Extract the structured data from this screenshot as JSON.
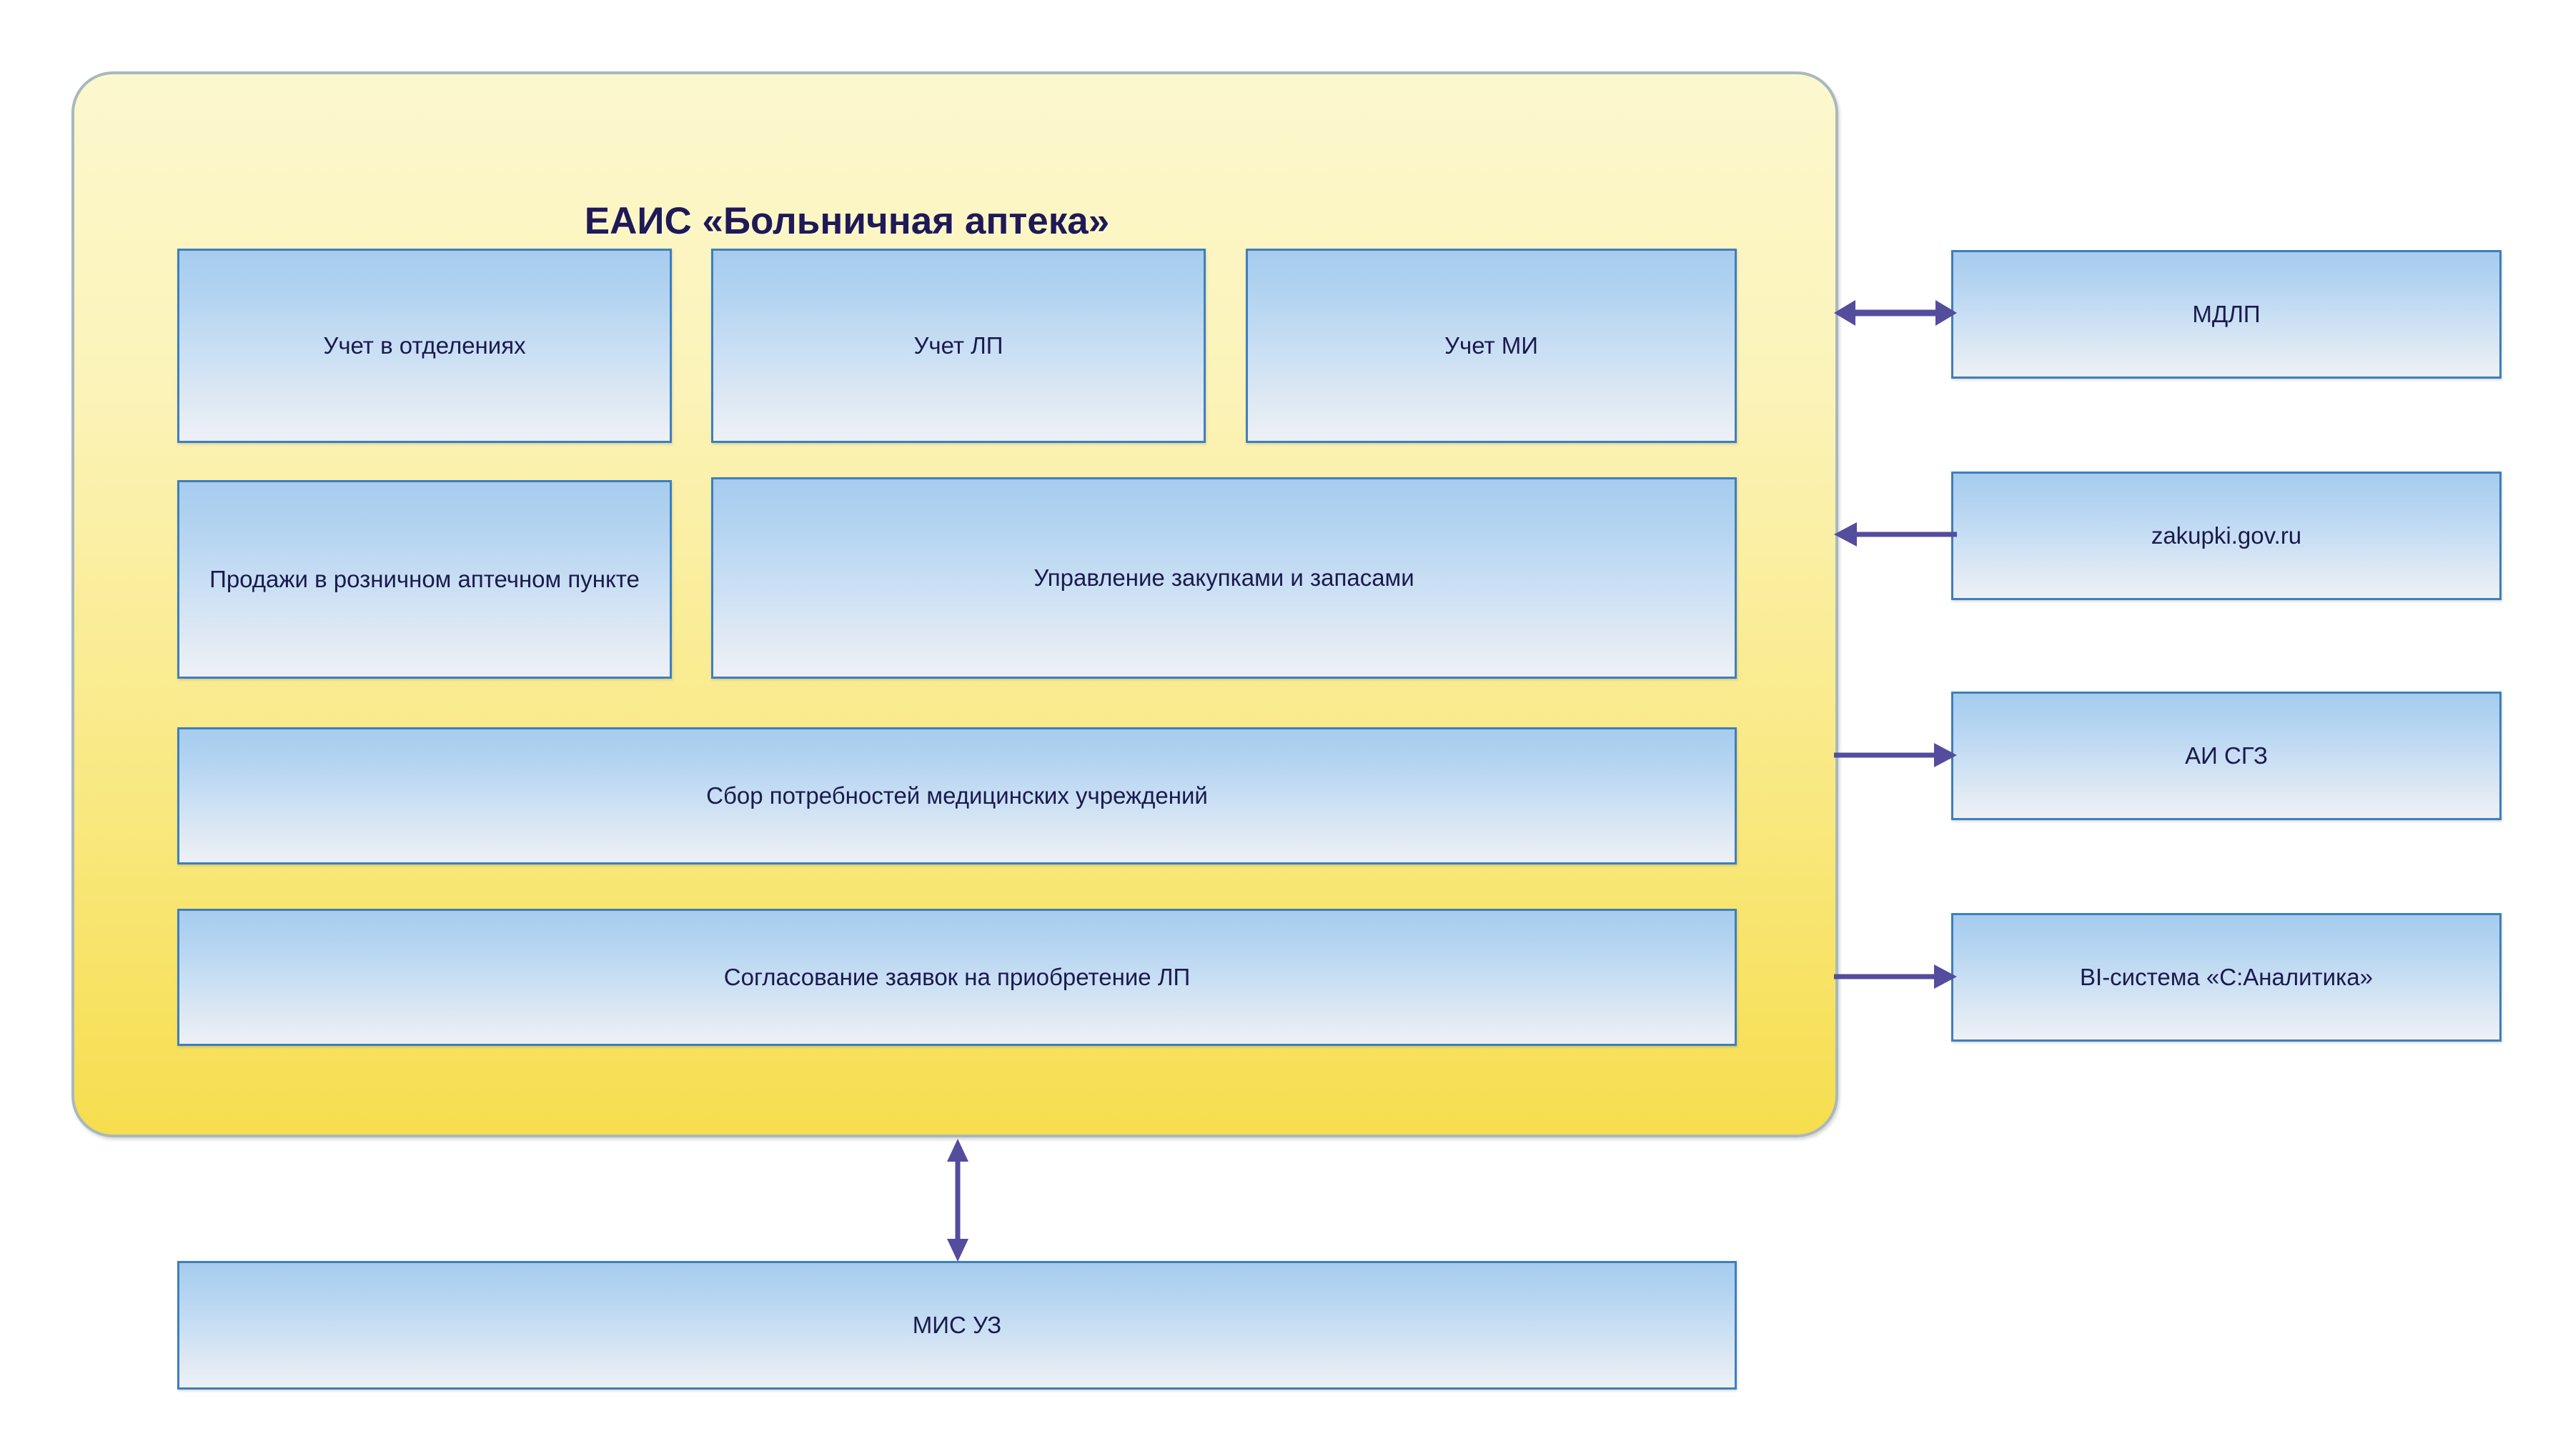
{
  "diagram": {
    "type": "system-architecture-block-diagram",
    "background_color": "#FFFFFF",
    "accent_colors": {
      "container_fill_top": "#FCF8CE",
      "container_fill_bottom": "#F6DE4E",
      "container_border": "#A8B8BE",
      "box_fill_top": "#A6CCEE",
      "box_fill_bottom": "#EDF1F6",
      "box_border": "#3E7FBC",
      "arrow": "#544C9D",
      "text": "#1B1A4E"
    }
  },
  "system": {
    "title": "ЕАИС «Больничная аптека»",
    "modules": [
      {
        "id": "uchet-v-otdeleniyah",
        "label": "Учет в отделениях"
      },
      {
        "id": "uchet-lp",
        "label": "Учет ЛП"
      },
      {
        "id": "uchet-mi",
        "label": "Учет МИ"
      },
      {
        "id": "prodazhi-roznica",
        "label": "Продажи в розничном аптечном пункте"
      },
      {
        "id": "upravlenie-zakupkami",
        "label": "Управление закупками и запасами"
      },
      {
        "id": "sbor-potrebnostey",
        "label": "Сбор потребностей медицинских учреждений"
      },
      {
        "id": "soglasovanie-zayavok",
        "label": "Согласование заявок на приобретение ЛП"
      }
    ]
  },
  "external_systems": [
    {
      "id": "mdlp",
      "label": "МДЛП",
      "arrow": "bidirectional-horizontal"
    },
    {
      "id": "zakupki",
      "label": "zakupki.gov.ru",
      "arrow": "left"
    },
    {
      "id": "ai-sgz",
      "label": "АИ СГЗ",
      "arrow": "right"
    },
    {
      "id": "bi-analitika",
      "label": "BI-система «С:Аналитика»",
      "arrow": "right"
    }
  ],
  "bottom_system": {
    "id": "mis-uz",
    "label": "МИС УЗ",
    "arrow": "bidirectional-vertical"
  }
}
